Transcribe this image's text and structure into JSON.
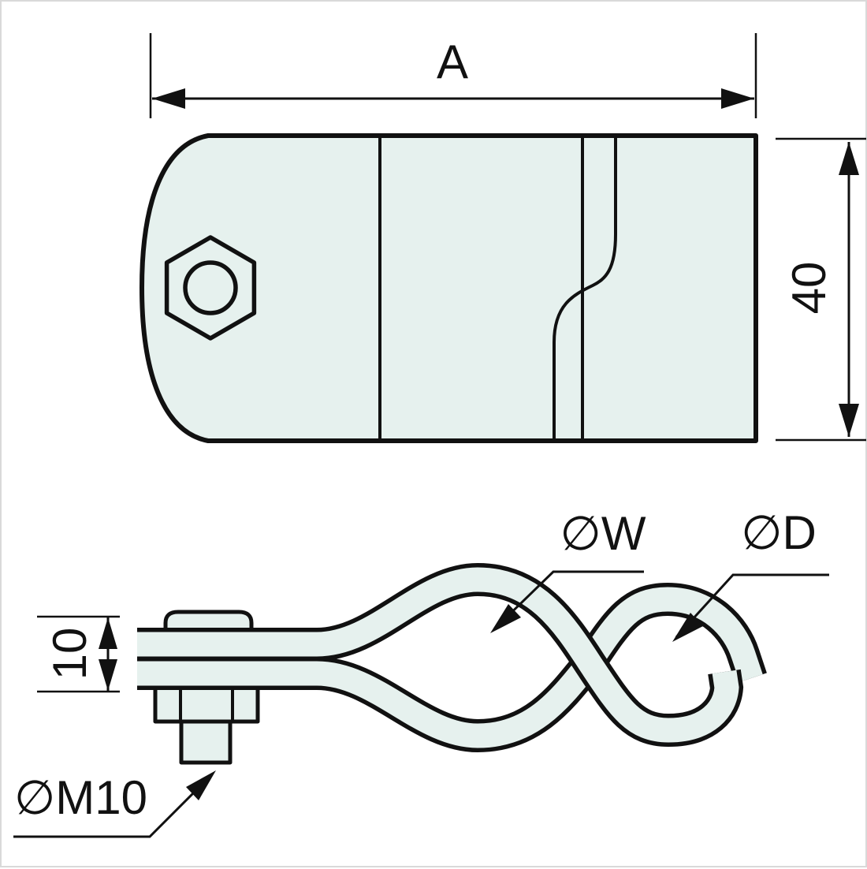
{
  "drawing": {
    "type": "technical-drawing-pipe-clamp",
    "colors": {
      "background": "#ffffff",
      "part_fill": "#e6f1ee",
      "line": "#111111",
      "frame": "#d9d9d9"
    },
    "top_view": {
      "name": "clamp plate top view",
      "width_dim_label": "A",
      "height_dim_label": "40"
    },
    "side_view": {
      "name": "clamp side view with figure-eight loops",
      "thickness_dim_label": "10",
      "bolt_thread_label": "∅M10",
      "left_loop_label": "∅W",
      "right_loop_label": "∅D"
    }
  }
}
